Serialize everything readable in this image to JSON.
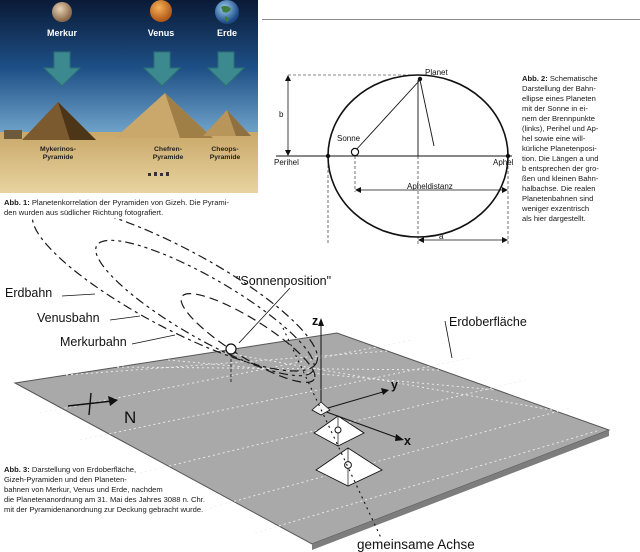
{
  "fig1": {
    "planets": [
      "Merkur",
      "Venus",
      "Erde"
    ],
    "pyramids": [
      {
        "line1": "Mykerinos-",
        "line2": "Pyramide"
      },
      {
        "line1": "Chefren-",
        "line2": "Pyramide"
      },
      {
        "line1": "Cheops-",
        "line2": "Pyramide"
      }
    ],
    "caption_label": "Abb. 1:",
    "caption_lines": [
      "Planetenkorrelation der Pyramiden von Gizeh. Die Pyrami-",
      "den wurden aus südlicher Richtung fotografiert."
    ]
  },
  "fig2": {
    "labels": {
      "planet": "Planet",
      "sonne": "Sonne",
      "perihel": "Perihel",
      "aphel": "Aphel",
      "b": "b",
      "a": "a",
      "apheldistanz": "Apheldistanz"
    },
    "caption_label": "Abb. 2:",
    "caption_lines": [
      "Schematische",
      "Darstellung der Bahn-",
      "ellipse eines Planeten",
      "mit der Sonne in ei-",
      "nem der Brennpunkte",
      "(links), Perihel und Ap-",
      "hel sowie eine will-",
      "kürliche Planetenposi-",
      "tion. Die Längen a und",
      "b entsprechen der gro-",
      "ßen und kleinen Bahn-",
      "halbachse. Die realen",
      "Planetenbahnen sind",
      "weniger exzentrisch",
      "als hier dargestellt."
    ]
  },
  "fig3": {
    "labels": {
      "sonnenposition": "\"Sonnenposition\"",
      "erdbahn": "Erdbahn",
      "venusbahn": "Venusbahn",
      "merkurbahn": "Merkurbahn",
      "erdoberflaeche": "Erdoberfläche",
      "z": "z",
      "y": "y",
      "x": "x",
      "n": "N",
      "achse": "gemeinsame Achse"
    },
    "caption_label": "Abb. 3:",
    "caption_lines": [
      "Darstellung von Erdoberfläche,",
      "Gizeh-Pyramiden und den Planeten-",
      "bahnen von Merkur, Venus und Erde, nachdem",
      "die Planetenanordnung am 31. Mai des Jahres 3088 n. Chr.",
      "mit der Pyramidenanordnung zur Deckung gebracht wurde."
    ]
  }
}
